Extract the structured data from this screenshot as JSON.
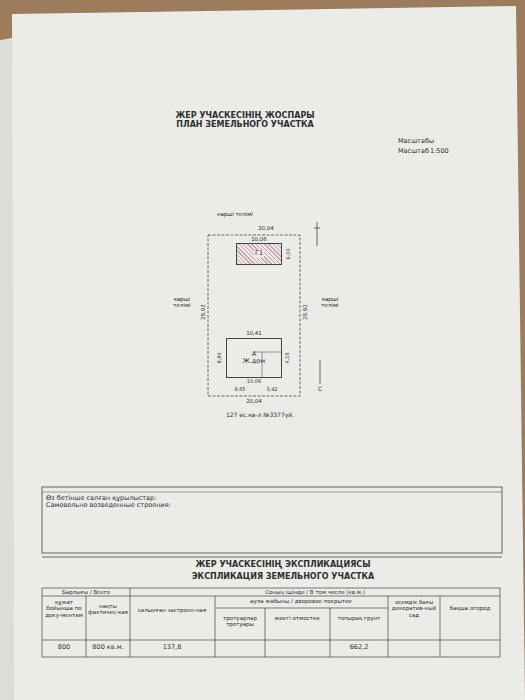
{
  "diagram": {
    "title": "ЖЕР УЧАСКЕСІНІҢ ЖОСПАРЫ ПЛАН ЗЕМЕЛЬНОГО УЧАСТКА",
    "nodes": [
      {
        "text": [
          "Г1"
        ]
      },
      {
        "text": [
          "А",
          "Ж.дом"
        ]
      },
      {
        "text": [
          "Өз бетінше салған құрылыстар:",
          "Самовольно возведенные строения:"
        ]
      }
    ],
    "labels": [
      "Масштабы",
      "Масштаб",
      "1:500",
      "көрші телімі",
      "20,04",
      "10,06",
      "6,00",
      "көрші телімі",
      "29,92",
      "көрші телімі",
      "29,92",
      "10,41",
      "8,84",
      "4,15",
      "10,06",
      "8,65",
      "3,42",
      "С",
      "20,04",
      "127 ес.кв-л №3377үй.",
      "ЖЕР УЧАСКЕСІНІҢ ЭКСПЛИКАЦИЯСЫ",
      "ЭКСПЛИКАЦИЯ ЗЕМЕЛЬНОГО УЧАСТКА",
      "Барлығы / Всего",
      "Соның ішінде / В том числе (кв.м.)",
      "аула жабыны / дворовое покрытие",
      "әсемдік бағы декоратив-ный сад",
      "бақша огород",
      "құжат бойынша по доку-ментам",
      "нақты фактичес-кая",
      "салынған застроен-ная",
      "тротуарлар тротуары",
      "жиегі отмостки",
      "топырақ грунт",
      "800",
      "800 кв.м.",
      "137,8",
      "662,2"
    ]
  }
}
